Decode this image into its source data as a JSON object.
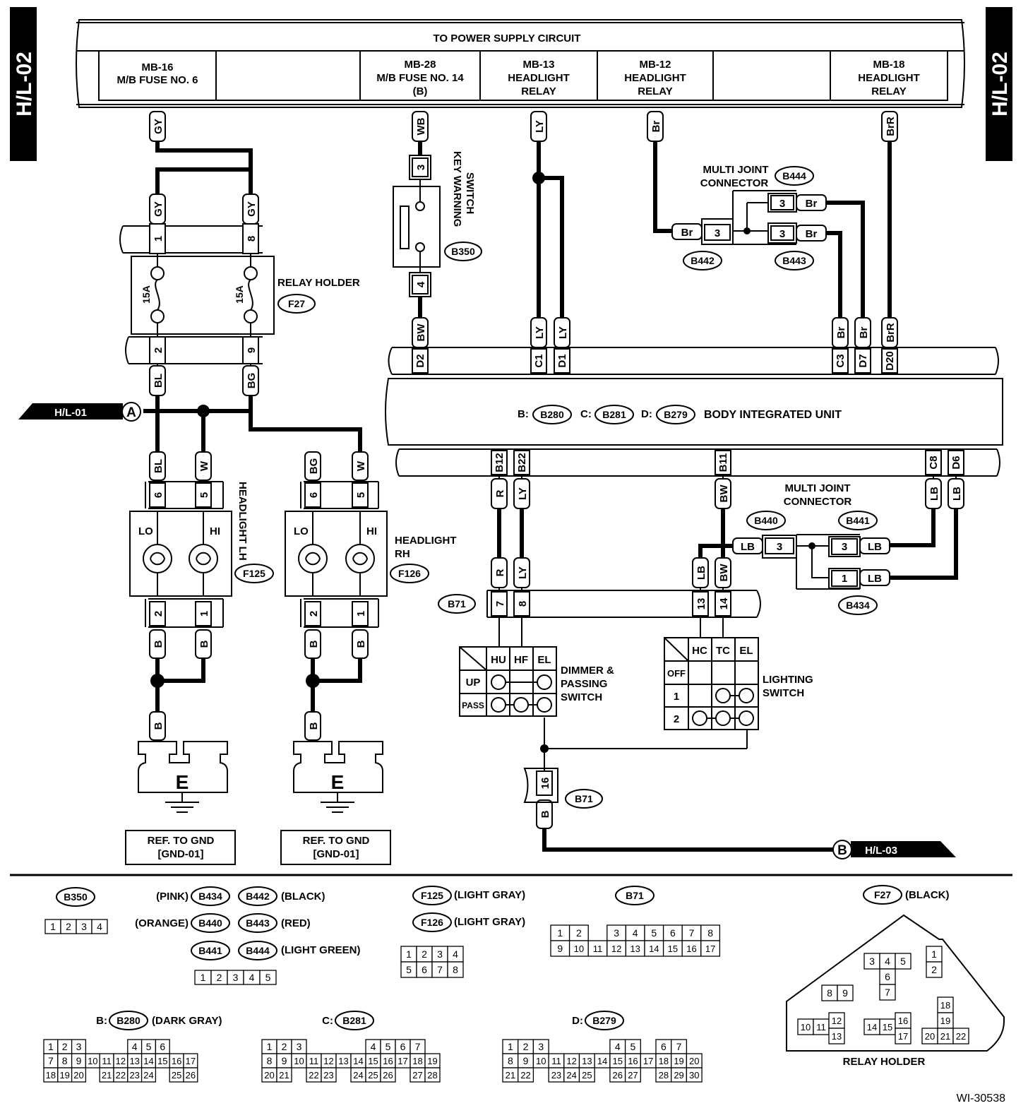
{
  "side_tabs": {
    "left": "H/L-02",
    "right": "H/L-02"
  },
  "power_bar": {
    "title": "TO POWER SUPPLY CIRCUIT",
    "cells": [
      {
        "l1": "MB-16",
        "l2": "M/B FUSE NO. 6",
        "l3": ""
      },
      {
        "l1": "MB-28",
        "l2": "M/B FUSE NO. 14",
        "l3": "(B)"
      },
      {
        "l1": "MB-13",
        "l2": "HEADLIGHT",
        "l3": "RELAY"
      },
      {
        "l1": "MB-12",
        "l2": "HEADLIGHT",
        "l3": "RELAY"
      },
      {
        "l1": "MB-18",
        "l2": "HEADLIGHT",
        "l3": "RELAY"
      }
    ]
  },
  "wires": {
    "gy": "GY",
    "wb": "WB",
    "ly": "LY",
    "br": "Br",
    "brr": "BrR",
    "bl": "BL",
    "bg": "BG",
    "bw": "BW",
    "w": "W",
    "b": "B",
    "r": "R",
    "lb": "LB"
  },
  "relay_holder": {
    "label": "RELAY HOLDER",
    "code": "F27",
    "fuse": "15A",
    "pins": [
      "1",
      "8",
      "2",
      "9"
    ]
  },
  "key_switch": {
    "label1": "KEY WARNING",
    "label2": "SWITCH",
    "code": "B350",
    "pins": [
      "3",
      "4"
    ]
  },
  "multi_joint_top": {
    "label1": "MULTI JOINT",
    "label2": "CONNECTOR",
    "codes": [
      "B444",
      "B442",
      "B443"
    ],
    "pin": "3"
  },
  "biu": {
    "prefix_b": "B:",
    "code_b": "B280",
    "prefix_c": "C:",
    "code_c": "B281",
    "prefix_d": "D:",
    "code_d": "B279",
    "name": "BODY INTEGRATED UNIT",
    "top_pins": [
      "D2",
      "C1",
      "D1",
      "C3",
      "D7",
      "D20"
    ],
    "bottom_pins": [
      "B12",
      "B22",
      "B11",
      "C8",
      "D6"
    ]
  },
  "ref_a": {
    "letter": "A",
    "label": "H/L-01"
  },
  "ref_b": {
    "letter": "B",
    "label": "H/L-03"
  },
  "headlight_lh": {
    "label": "HEADLIGHT LH",
    "code": "F125",
    "lo": "LO",
    "hi": "HI",
    "pins": [
      "6",
      "5",
      "2",
      "1"
    ]
  },
  "headlight_rh": {
    "label1": "HEADLIGHT",
    "label2": "RH",
    "code": "F126",
    "lo": "LO",
    "hi": "HI",
    "pins": [
      "6",
      "5",
      "2",
      "1"
    ]
  },
  "ground": {
    "letter": "E",
    "ref1": "REF. TO GND",
    "ref2": "[GND-01]"
  },
  "multi_joint_bottom": {
    "label1": "MULTI JOINT",
    "label2": "CONNECTOR",
    "codes": [
      "B440",
      "B441",
      "B434"
    ],
    "pins": [
      "3",
      "3",
      "1"
    ]
  },
  "b71": {
    "code": "B71",
    "pins": [
      "7",
      "8",
      "13",
      "14",
      "16"
    ]
  },
  "dimmer": {
    "label1": "DIMMER &",
    "label2": "PASSING",
    "label3": "SWITCH",
    "cols": [
      "HU",
      "HF",
      "EL"
    ],
    "rows": [
      "UP",
      "PASS"
    ]
  },
  "lighting": {
    "label1": "LIGHTING",
    "label2": "SWITCH",
    "cols": [
      "HC",
      "TC",
      "EL"
    ],
    "rows": [
      "OFF",
      "1",
      "2"
    ]
  },
  "legend": {
    "b350": "B350",
    "group1": [
      {
        "color": "(PINK)",
        "code": "B434"
      },
      {
        "code": "B442",
        "color": "(BLACK)"
      },
      {
        "color": "(ORANGE)",
        "code": "B440"
      },
      {
        "code": "B443",
        "color": "(RED)"
      },
      {
        "code": "B441"
      },
      {
        "code": "B444",
        "color": "(LIGHT GREEN)"
      }
    ],
    "f125": {
      "code": "F125",
      "color": "(LIGHT GRAY)"
    },
    "f126": {
      "code": "F126",
      "color": "(LIGHT GRAY)"
    },
    "b71": "B71",
    "f27": {
      "code": "F27",
      "color": "(BLACK)"
    },
    "b280": {
      "prefix": "B:",
      "code": "B280",
      "color": "(DARK GRAY)"
    },
    "b281": {
      "prefix": "C:",
      "code": "B281"
    },
    "b279": {
      "prefix": "D:",
      "code": "B279"
    },
    "relay_holder": "RELAY HOLDER",
    "doc_id": "WI-30538"
  },
  "grids": {
    "b350": [
      "1",
      "2",
      "3",
      "4"
    ],
    "b5": [
      "1",
      "2",
      "3",
      "4",
      "5"
    ],
    "f8": [
      [
        "1",
        "2",
        "3",
        "4"
      ],
      [
        "5",
        "6",
        "7",
        "8"
      ]
    ],
    "b71": [
      [
        "1",
        "2",
        "",
        "3",
        "4",
        "5",
        "6",
        "7",
        "8"
      ],
      [
        "9",
        "10",
        "11",
        "12",
        "13",
        "14",
        "15",
        "16",
        "17"
      ]
    ],
    "b280": [
      [
        "1",
        "2",
        "3",
        "",
        "",
        "",
        "4",
        "5",
        "6"
      ],
      [
        "7",
        "8",
        "9",
        "10",
        "11",
        "12",
        "13",
        "14",
        "15",
        "16",
        "17"
      ],
      [
        "18",
        "19",
        "20",
        "",
        "21",
        "22",
        "23",
        "24",
        "",
        "25",
        "26"
      ]
    ],
    "b281": [
      [
        "1",
        "2",
        "3",
        "",
        "",
        "",
        "",
        "4",
        "5",
        "6",
        "7"
      ],
      [
        "8",
        "9",
        "10",
        "11",
        "12",
        "13",
        "14",
        "15",
        "16",
        "17",
        "18",
        "19"
      ],
      [
        "20",
        "21",
        "",
        "22",
        "23",
        "",
        "24",
        "25",
        "26",
        "",
        "27",
        "28"
      ]
    ],
    "b279": [
      [
        "1",
        "2",
        "3",
        "",
        "",
        "",
        "",
        "4",
        "5",
        "",
        "6",
        "7"
      ],
      [
        "8",
        "9",
        "10",
        "11",
        "12",
        "13",
        "14",
        "15",
        "16",
        "17",
        "18",
        "19",
        "20"
      ],
      [
        "21",
        "22",
        "",
        "23",
        "24",
        "25",
        "",
        "26",
        "27",
        "",
        "28",
        "29",
        "30"
      ]
    ],
    "relay": {
      "a": [
        "3",
        "4",
        "5"
      ],
      "b": [
        "6",
        "7"
      ],
      "c": [
        "1",
        "2"
      ],
      "d": [
        "8",
        "9"
      ],
      "e": [
        "10",
        "11"
      ],
      "f": [
        "12",
        "13"
      ],
      "g": [
        "14",
        "15"
      ],
      "h": [
        "16",
        "17"
      ],
      "i": [
        "18",
        "19"
      ],
      "j": [
        "20",
        "21",
        "22"
      ]
    }
  }
}
